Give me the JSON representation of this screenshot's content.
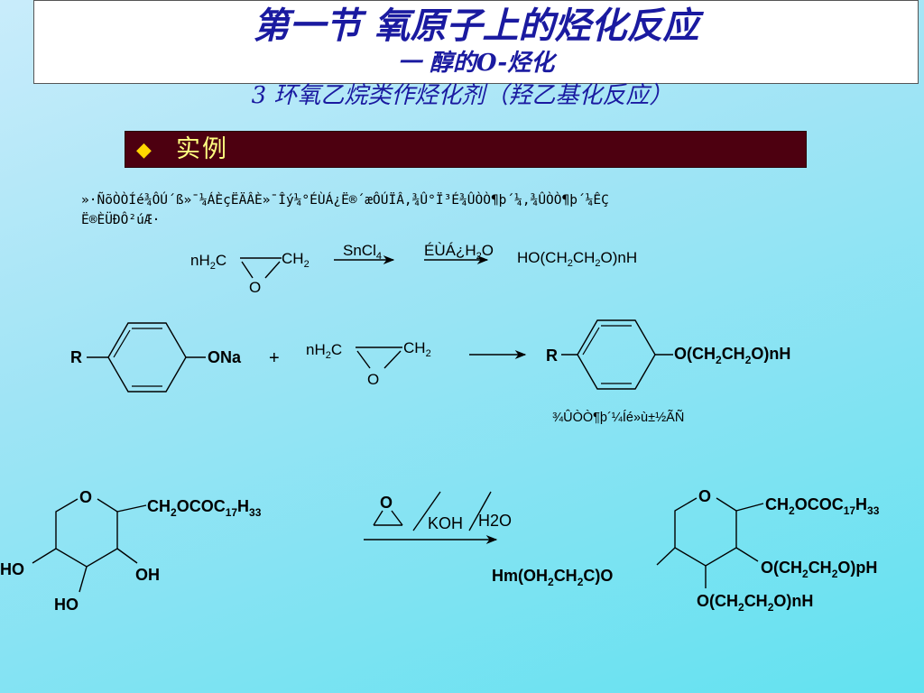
{
  "slide": {
    "title": "第一节  氧原子上的烃化反应",
    "subtitle": "一  醇的O-烃化",
    "section_title": "3  环氧乙烷类作烃化剂（羟乙基化反应）",
    "example_bullet": "◆",
    "example_label": "实例",
    "garbled_line_1": "»·ÑõÒÒÍé¾ÔÚ´ß»¯¼ÁÈçËÄÂÈ»¯Îý¼°ÉÙÁ¿Ë®´æÔÚÏÂ,¾Û°Ï³É¾ÛÒÒ¶þ´¼,¾ÛÒÒ¶þ´¼ÊÇ",
    "garbled_line_2": "Ë®ÈÜÐÔ²úÆ·",
    "garbled_caption": "¾ÛÒÒ¶þ´¼Íé»ù±½ÃÑ"
  },
  "reaction1": {
    "n": "n",
    "h": "H",
    "sub2": "2",
    "c": "C",
    "ch": "CH",
    "o": "O",
    "catalyst_1": "SnCl",
    "catalyst_1_sub": "4",
    "catalyst_2_top": "ÉÙÁ¿H",
    "catalyst_2_sub": "2",
    "catalyst_2_end": "O",
    "product_parts": [
      "HO(CH",
      "2",
      "CH",
      "2",
      "O)nH"
    ]
  },
  "reaction2": {
    "r": "R",
    "ona": "ONa",
    "plus": "+",
    "n": "n",
    "h": "H",
    "sub2": "2",
    "c": "C",
    "ch": "CH",
    "o": "O",
    "product_parts": [
      "O(CH",
      "2",
      "CH",
      "2",
      "O)nH"
    ]
  },
  "reaction3": {
    "ring_o": "O",
    "substituent_parts": [
      "CH",
      "2",
      "OCOC",
      "17",
      "H",
      "33"
    ],
    "ho_left": "HO",
    "oh": "OH",
    "ho_bottom": "HO",
    "epoxide_o": "O",
    "reagent_koh": "KOH",
    "reagent_h2o": "H2O",
    "prod_ring_o": "O",
    "prod_sub_top": [
      "CH",
      "2",
      "OCOC",
      "17",
      "H",
      "33"
    ],
    "prod_sub_left": [
      "Hm(OH",
      "2",
      "CH",
      "2",
      "C)O"
    ],
    "prod_sub_right": [
      "O(CH",
      "2",
      "CH",
      "2",
      "O)pH"
    ],
    "prod_sub_bottom": [
      "O(CH",
      "2",
      "CH",
      "2",
      "O)nH"
    ]
  }
}
